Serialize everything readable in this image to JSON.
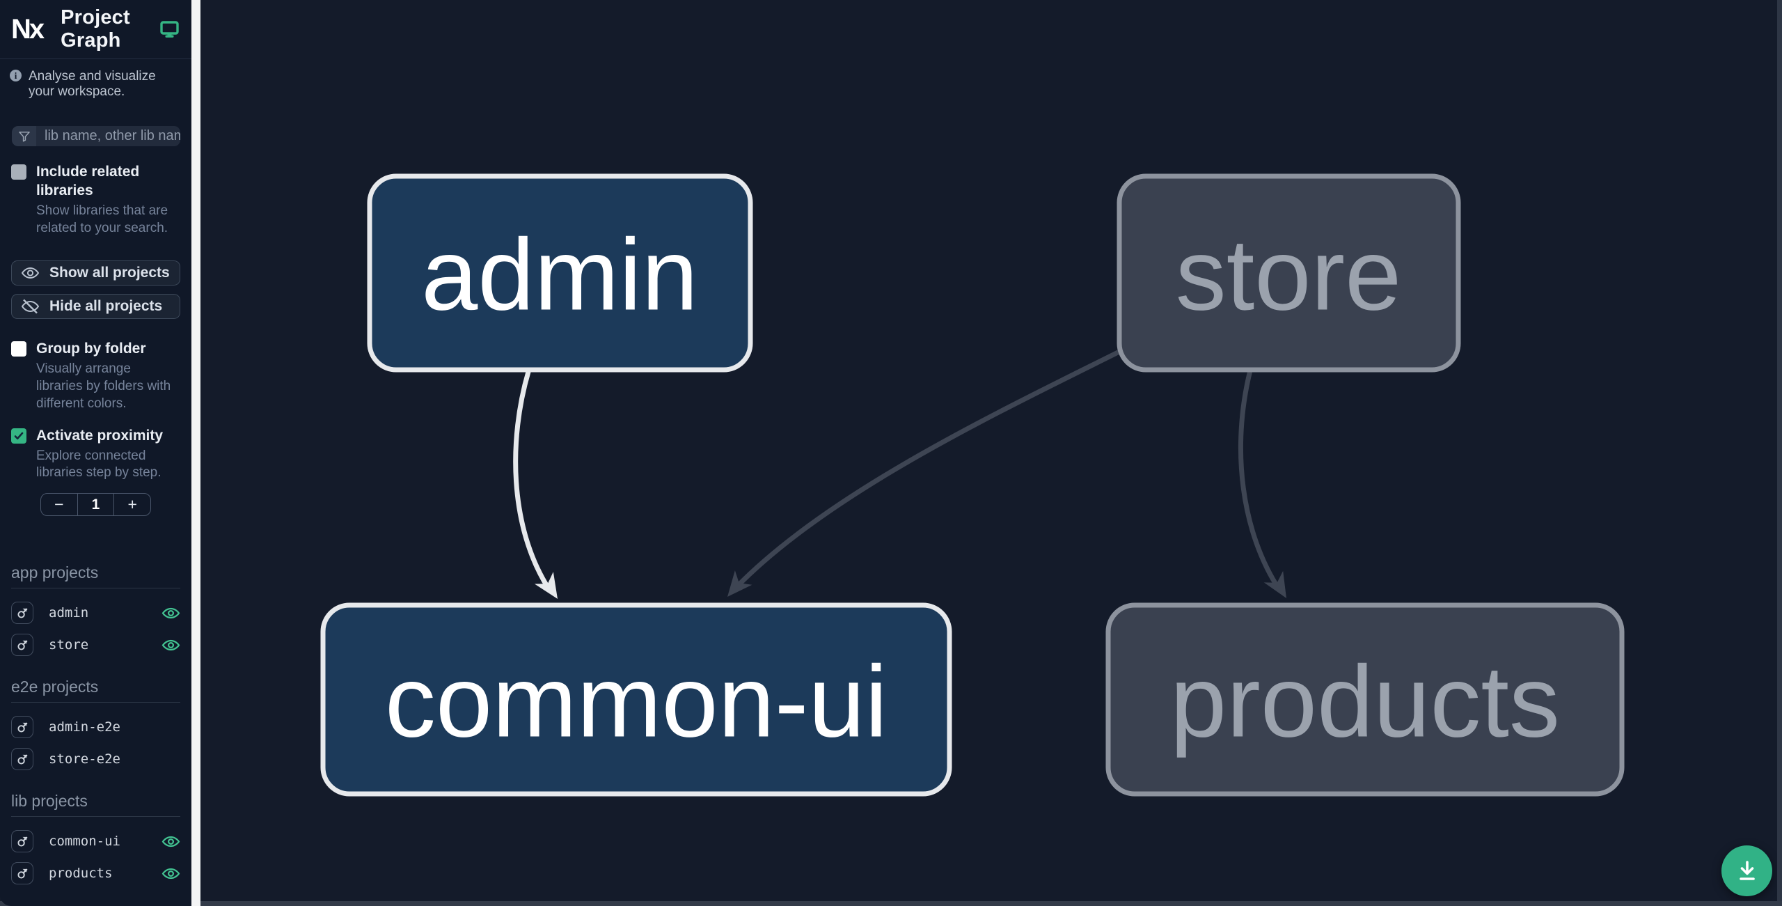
{
  "header": {
    "logo_text": "Nx",
    "title": "Project Graph"
  },
  "subheader": {
    "text": "Analyse and visualize your workspace."
  },
  "search": {
    "placeholder": "lib name, other lib name"
  },
  "checkboxes": {
    "include_related": {
      "label": "Include related libraries",
      "description": "Show libraries that are related to your search.",
      "checked": false
    },
    "group_by_folder": {
      "label": "Group by folder",
      "description": "Visually arrange libraries by folders with different colors.",
      "checked": false
    },
    "activate_proximity": {
      "label": "Activate proximity",
      "description": "Explore connected libraries step by step.",
      "checked": true
    }
  },
  "buttons": {
    "show_all": "Show all projects",
    "hide_all": "Hide all projects"
  },
  "proximity_stepper": {
    "decrement": "−",
    "value": "1",
    "increment": "+"
  },
  "project_sections": [
    {
      "title": "app projects",
      "items": [
        {
          "name": "admin",
          "visible_in_graph": true
        },
        {
          "name": "store",
          "visible_in_graph": true
        }
      ]
    },
    {
      "title": "e2e projects",
      "items": [
        {
          "name": "admin-e2e",
          "visible_in_graph": false
        },
        {
          "name": "store-e2e",
          "visible_in_graph": false
        }
      ]
    },
    {
      "title": "lib projects",
      "items": [
        {
          "name": "common-ui",
          "visible_in_graph": true
        },
        {
          "name": "products",
          "visible_in_graph": true
        }
      ]
    }
  ],
  "graph": {
    "nodes": [
      {
        "id": "admin",
        "label": "admin",
        "state": "highlighted"
      },
      {
        "id": "store",
        "label": "store",
        "state": "faded"
      },
      {
        "id": "common-ui",
        "label": "common-ui",
        "state": "highlighted"
      },
      {
        "id": "products",
        "label": "products",
        "state": "faded"
      }
    ],
    "edges": [
      {
        "from": "admin",
        "to": "common-ui",
        "state": "highlighted"
      },
      {
        "from": "store",
        "to": "common-ui",
        "state": "faded"
      },
      {
        "from": "store",
        "to": "products",
        "state": "faded"
      }
    ]
  },
  "icons": {
    "monitor": "monitor-icon",
    "info": "info-icon",
    "filter": "filter-funnel-icon",
    "eye": "eye-icon",
    "eye_off": "eye-off-icon",
    "focus": "focus-project-icon",
    "download": "download-icon",
    "checkmark": "checkmark-icon"
  },
  "colors": {
    "accent_green": "#35b584",
    "eye_green": "#43c392",
    "node_focused_fill": "#1c3a5a",
    "node_focused_border": "#e7e9ec",
    "node_faded_fill": "#3a4150",
    "node_faded_border": "#8d939e",
    "edge_highlighted": "#e7e9ec",
    "edge_faded": "#3e4553",
    "sidebar_bg": "#101828",
    "canvas_bg": "#141b2a",
    "divider": "#f3f4f5"
  }
}
